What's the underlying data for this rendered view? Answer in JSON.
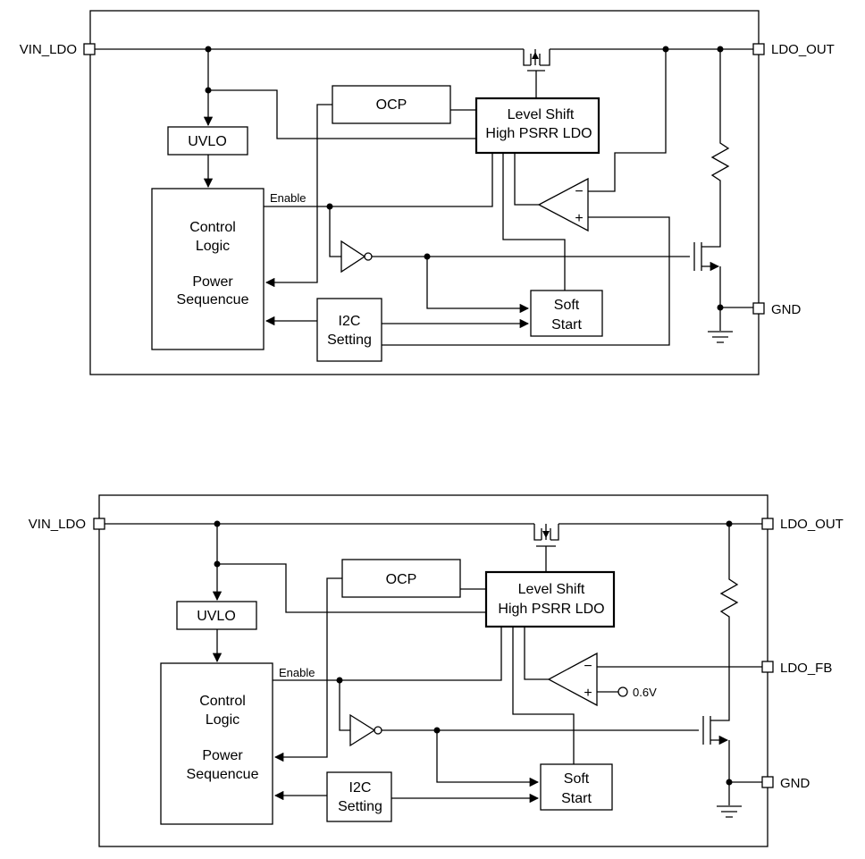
{
  "diagram_top": {
    "pins": {
      "vin": "VIN_LDO",
      "out": "LDO_OUT",
      "gnd": "GND"
    },
    "blocks": {
      "uvlo": "UVLO",
      "ocp": "OCP",
      "ls_line1": "Level Shift",
      "ls_line2": "High PSRR LDO",
      "ctl_line1": "Control",
      "ctl_line2": "Logic",
      "ctl_line3": "Power",
      "ctl_line4": "Sequencue",
      "i2c_line1": "I2C",
      "i2c_line2": "Setting",
      "soft_line1": "Soft",
      "soft_line2": "Start"
    },
    "signals": {
      "enable": "Enable",
      "minus": "−",
      "plus": "+"
    }
  },
  "diagram_bottom": {
    "pins": {
      "vin": "VIN_LDO",
      "out": "LDO_OUT",
      "fb": "LDO_FB",
      "gnd": "GND"
    },
    "blocks": {
      "uvlo": "UVLO",
      "ocp": "OCP",
      "ls_line1": "Level Shift",
      "ls_line2": "High PSRR LDO",
      "ctl_line1": "Control",
      "ctl_line2": "Logic",
      "ctl_line3": "Power",
      "ctl_line4": "Sequencue",
      "i2c_line1": "I2C",
      "i2c_line2": "Setting",
      "soft_line1": "Soft",
      "soft_line2": "Start"
    },
    "signals": {
      "enable": "Enable",
      "ref": "0.6V",
      "minus": "−",
      "plus": "+"
    }
  }
}
